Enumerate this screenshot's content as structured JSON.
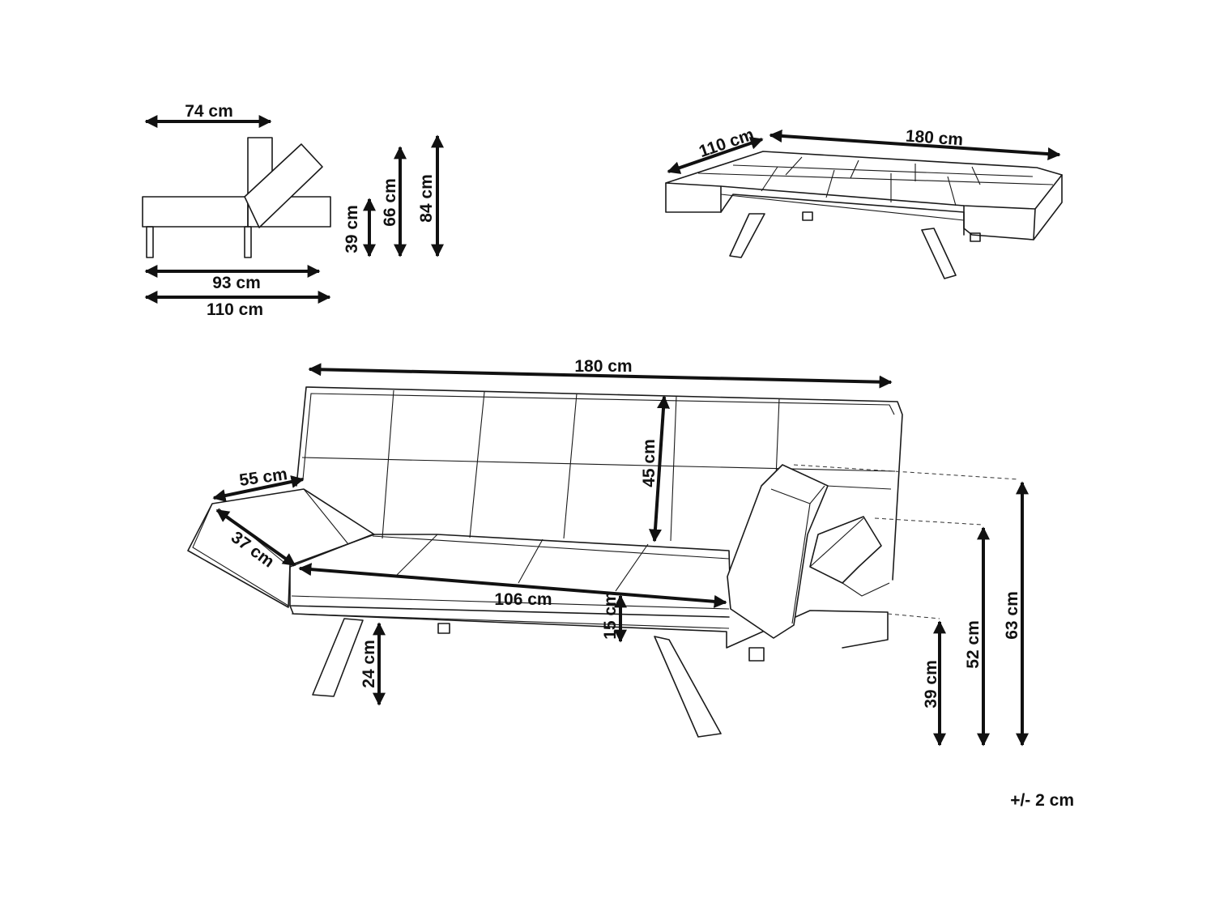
{
  "side_view": {
    "dim_depth_back": "74 cm",
    "dim_height_seat": "39 cm",
    "dim_height_back": "66 cm",
    "dim_height_total": "84 cm",
    "dim_depth_seat": "93 cm",
    "dim_depth_total": "110 cm"
  },
  "bed_view": {
    "dim_depth": "110 cm",
    "dim_width": "180 cm"
  },
  "front_view": {
    "dim_width": "180 cm",
    "dim_back_height": "45 cm",
    "dim_arm_length": "55 cm",
    "dim_arm_depth": "37 cm",
    "dim_seat_width": "106 cm",
    "dim_cushion": "15 cm",
    "dim_leg": "24 cm",
    "dim_seat_height": "39 cm",
    "dim_arm_height": "52 cm",
    "dim_total_height": "63 cm"
  },
  "tolerance": "+/- 2 cm"
}
